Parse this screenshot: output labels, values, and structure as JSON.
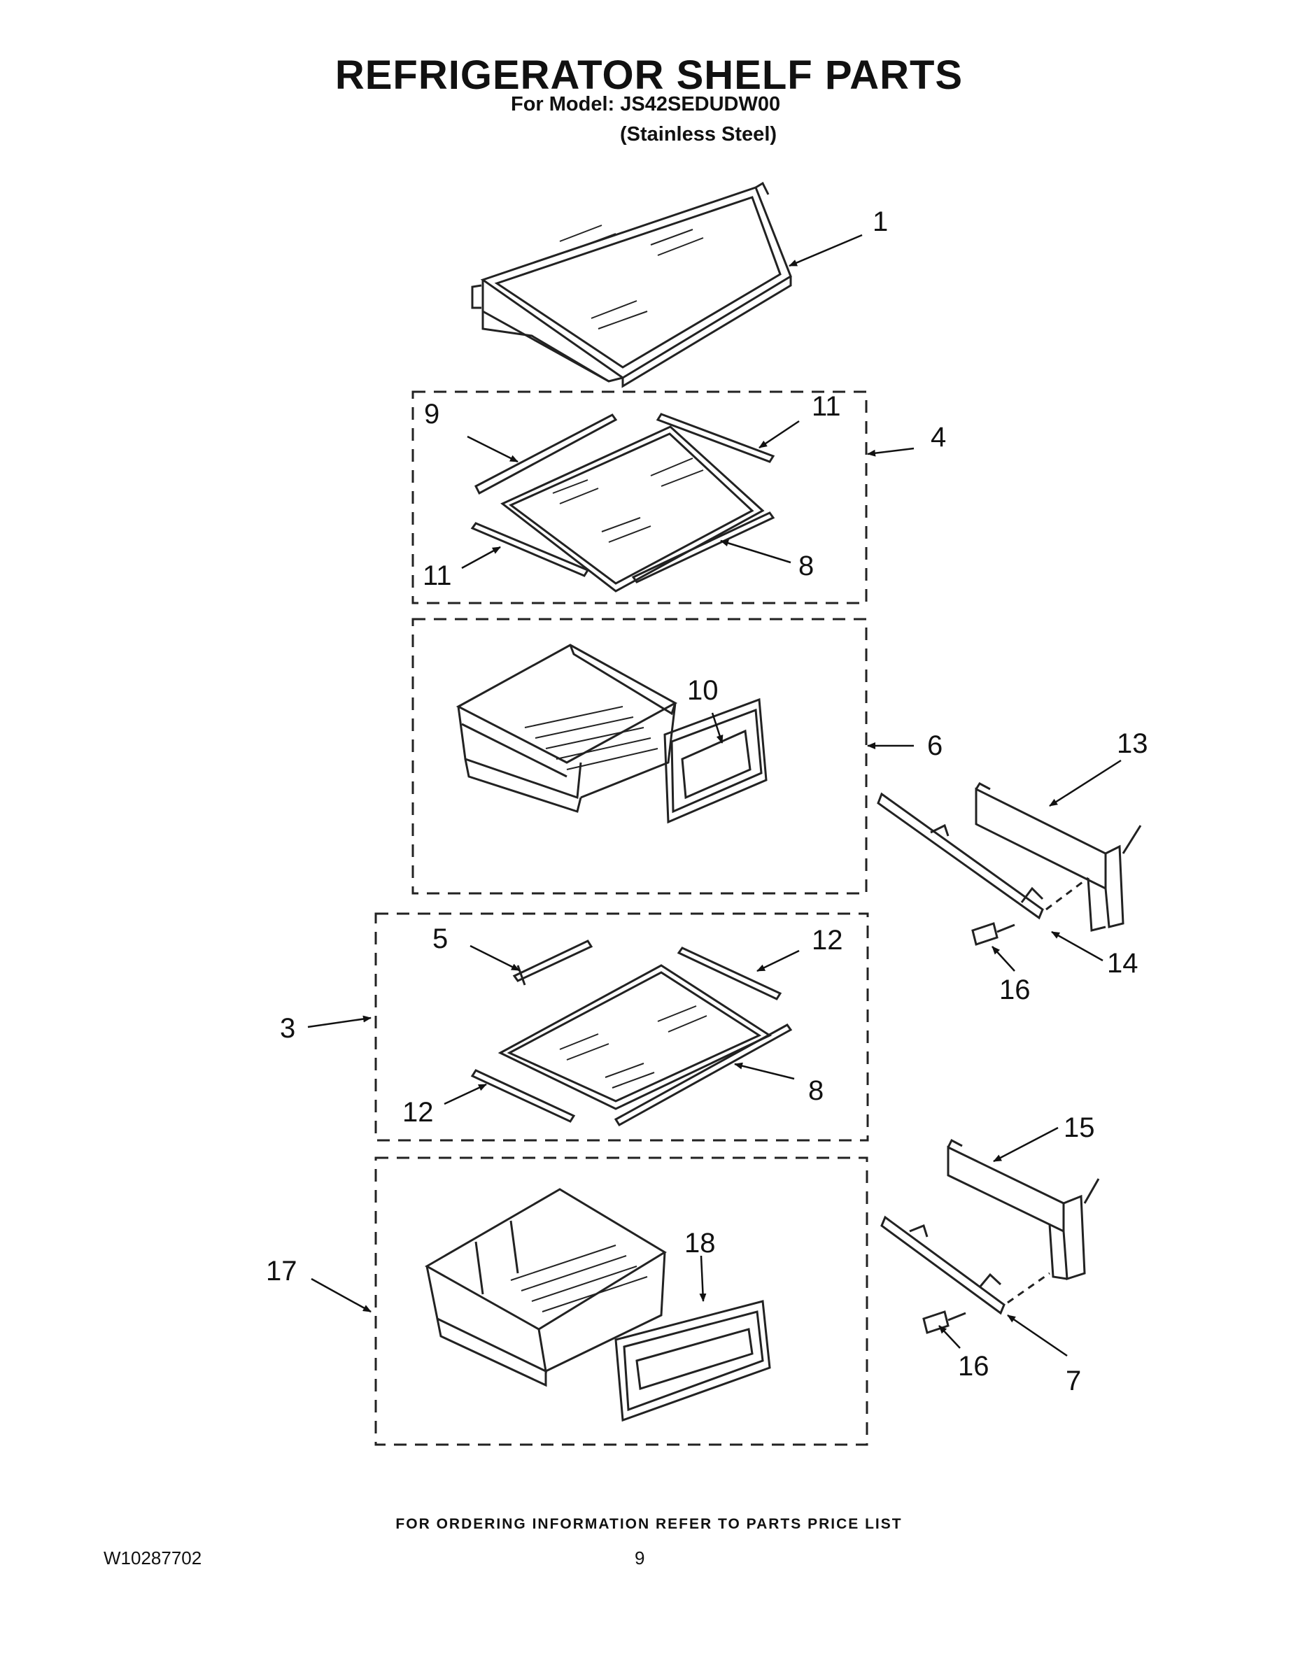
{
  "header": {
    "title": "REFRIGERATOR SHELF PARTS",
    "model_line": "For Model: JS42SEDUDW00",
    "variant_line": "(Stainless Steel)"
  },
  "callouts": {
    "c1": "1",
    "c3": "3",
    "c4": "4",
    "c5": "5",
    "c6": "6",
    "c7": "7",
    "c8a": "8",
    "c8b": "8",
    "c9": "9",
    "c10": "10",
    "c11a": "11",
    "c11b": "11",
    "c12a": "12",
    "c12b": "12",
    "c13": "13",
    "c14": "14",
    "c15": "15",
    "c16a": "16",
    "c16b": "16",
    "c17": "17",
    "c18": "18"
  },
  "footer": {
    "ordering_note": "FOR ORDERING INFORMATION REFER TO PARTS PRICE LIST",
    "doc_number": "W10287702",
    "page_number": "9"
  }
}
